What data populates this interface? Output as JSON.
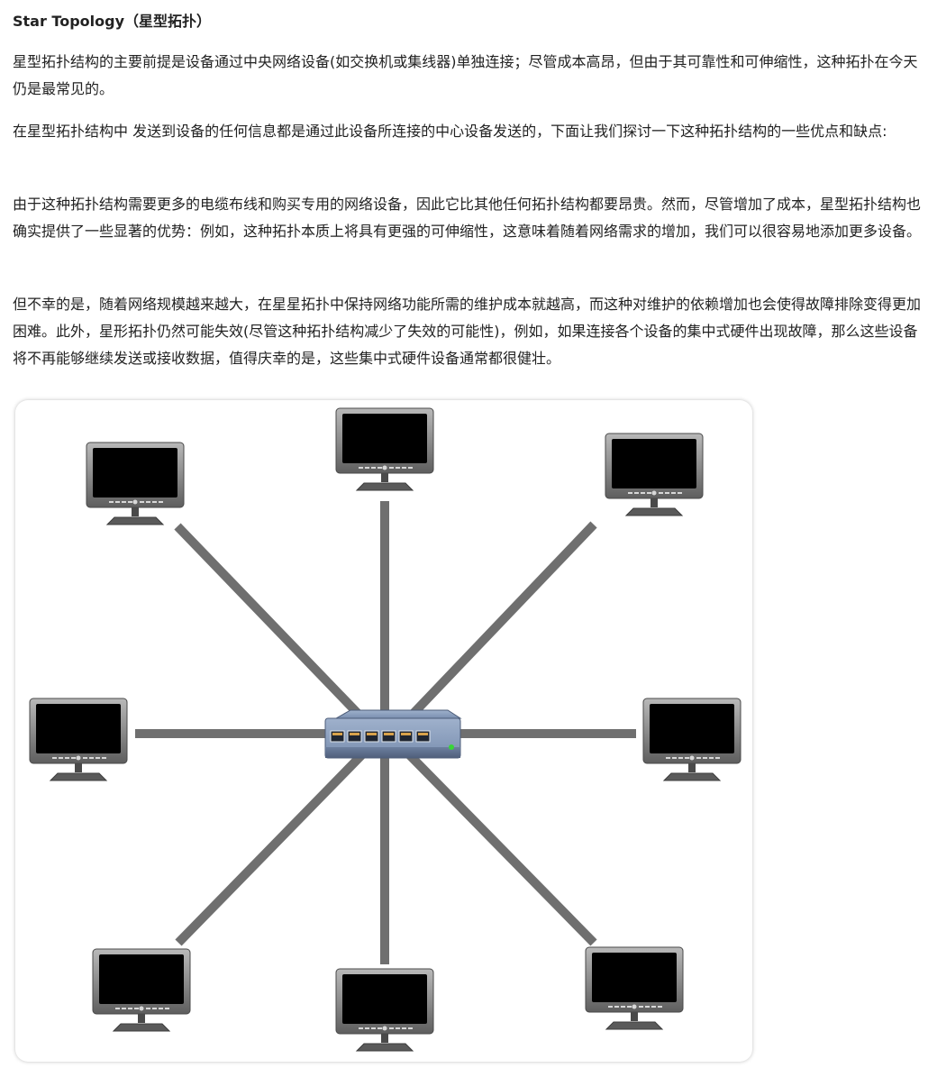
{
  "article": {
    "title": "Star Topology（星型拓扑）",
    "paragraphs": [
      "星型拓扑结构的主要前提是设备通过中央网络设备(如交换机或集线器)单独连接；尽管成本高昂，但由于其可靠性和可伸缩性，这种拓扑在今天仍是最常见的。",
      "在星型拓扑结构中 发送到设备的任何信息都是通过此设备所连接的中心设备发送的，下面让我们探讨一下这种拓扑结构的一些优点和缺点:",
      "由于这种拓扑结构需要更多的电缆布线和购买专用的网络设备，因此它比其他任何拓扑结构都要昂贵。然而，尽管增加了成本，星型拓扑结构也确实提供了一些显著的优势：例如，这种拓扑本质上将具有更强的可伸缩性，这意味着随着网络需求的增加，我们可以很容易地添加更多设备。",
      "但不幸的是，随着网络规模越来越大，在星星拓扑中保持网络功能所需的维护成本就越高，而这种对维护的依赖增加也会使得故障排除变得更加困难。此外，星形拓扑仍然可能失效(尽管这种拓扑结构减少了失效的可能性)，例如，如果连接各个设备的集中式硬件出现故障，那么这些设备将不再能够继续发送或接收数据，值得庆幸的是，这些集中式硬件设备通常都很健壮。"
    ]
  },
  "diagram": {
    "hub_icon": "network-switch-icon",
    "node_icon": "monitor-icon",
    "node_count": 8,
    "colors": {
      "cable": "#6f6f6f",
      "monitor_bezel": "#8a8a8a",
      "monitor_screen": "#000000",
      "switch_body": "#6f82a0",
      "switch_led": "#37d637"
    }
  }
}
